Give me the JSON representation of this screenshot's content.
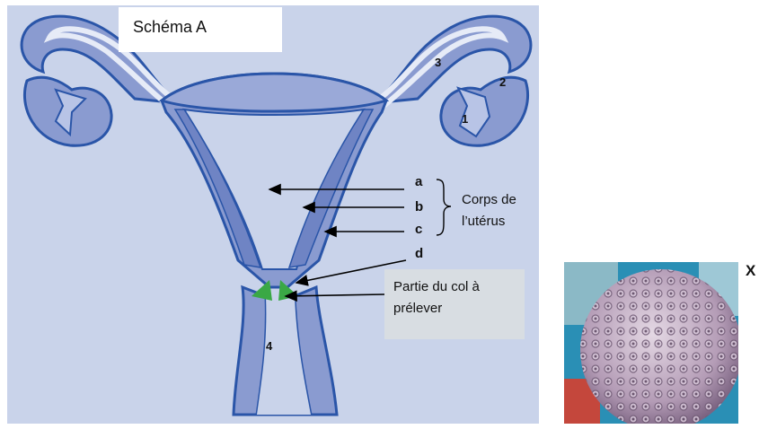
{
  "title": "Schéma A",
  "numbers": {
    "n1": "1",
    "n2": "2",
    "n3": "3",
    "n4": "4"
  },
  "letters": {
    "a": "a",
    "b": "b",
    "c": "c",
    "d": "d"
  },
  "corps_line1": "Corps de",
  "corps_line2": "l’utérus",
  "partie_line1": "Partie du col à",
  "partie_line2": "prélever",
  "photo_label": "X",
  "colors": {
    "panel_bg": "#c9d3ea",
    "organ_fill": "#8a9bd0",
    "organ_outline": "#2a55a8",
    "cervix_sample": "#3aa845",
    "photo_bg": "#2a8fb5"
  }
}
